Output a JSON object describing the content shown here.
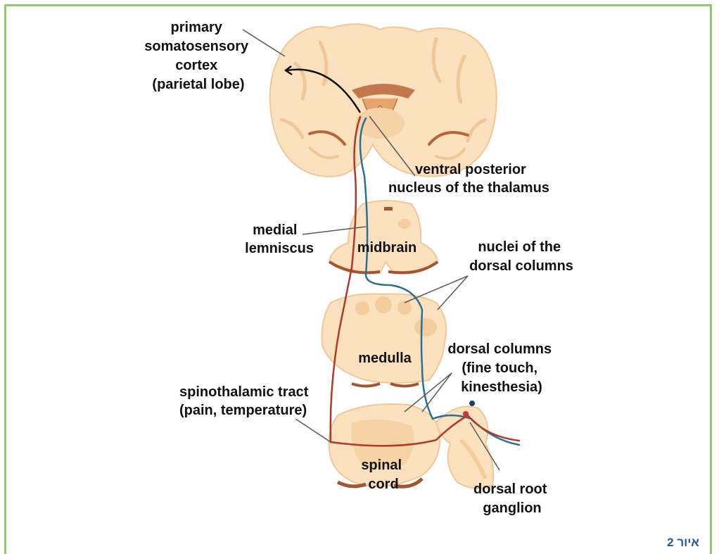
{
  "colors": {
    "frame": "#8fc96a",
    "tissue": "#fbe1bd",
    "tissue_shade": "#f3cd9c",
    "tissue_edge": "#a4542f",
    "dorsal_pathway": "#2a6f98",
    "spinothalamic_pathway": "#b0392a",
    "figure_label": "#1f5aa8"
  },
  "labels": {
    "cortex": [
      "primary",
      "somatosensory",
      "cortex",
      "(parietal lobe)"
    ],
    "thalamus": [
      "ventral posterior",
      "nucleus of the thalamus"
    ],
    "lemniscus": [
      "medial",
      "lemniscus"
    ],
    "midbrain": "midbrain",
    "nuclei": [
      "nuclei of the",
      "dorsal columns"
    ],
    "medulla": "medulla",
    "dorsal_columns": [
      "dorsal columns",
      "(fine touch,",
      "kinesthesia)"
    ],
    "spinothalamic": [
      "spinothalamic tract",
      "(pain, temperature)"
    ],
    "spinal_cord": [
      "spinal",
      "cord"
    ],
    "ganglion": [
      "dorsal root",
      "ganglion"
    ]
  },
  "figure_label": "איור 2"
}
